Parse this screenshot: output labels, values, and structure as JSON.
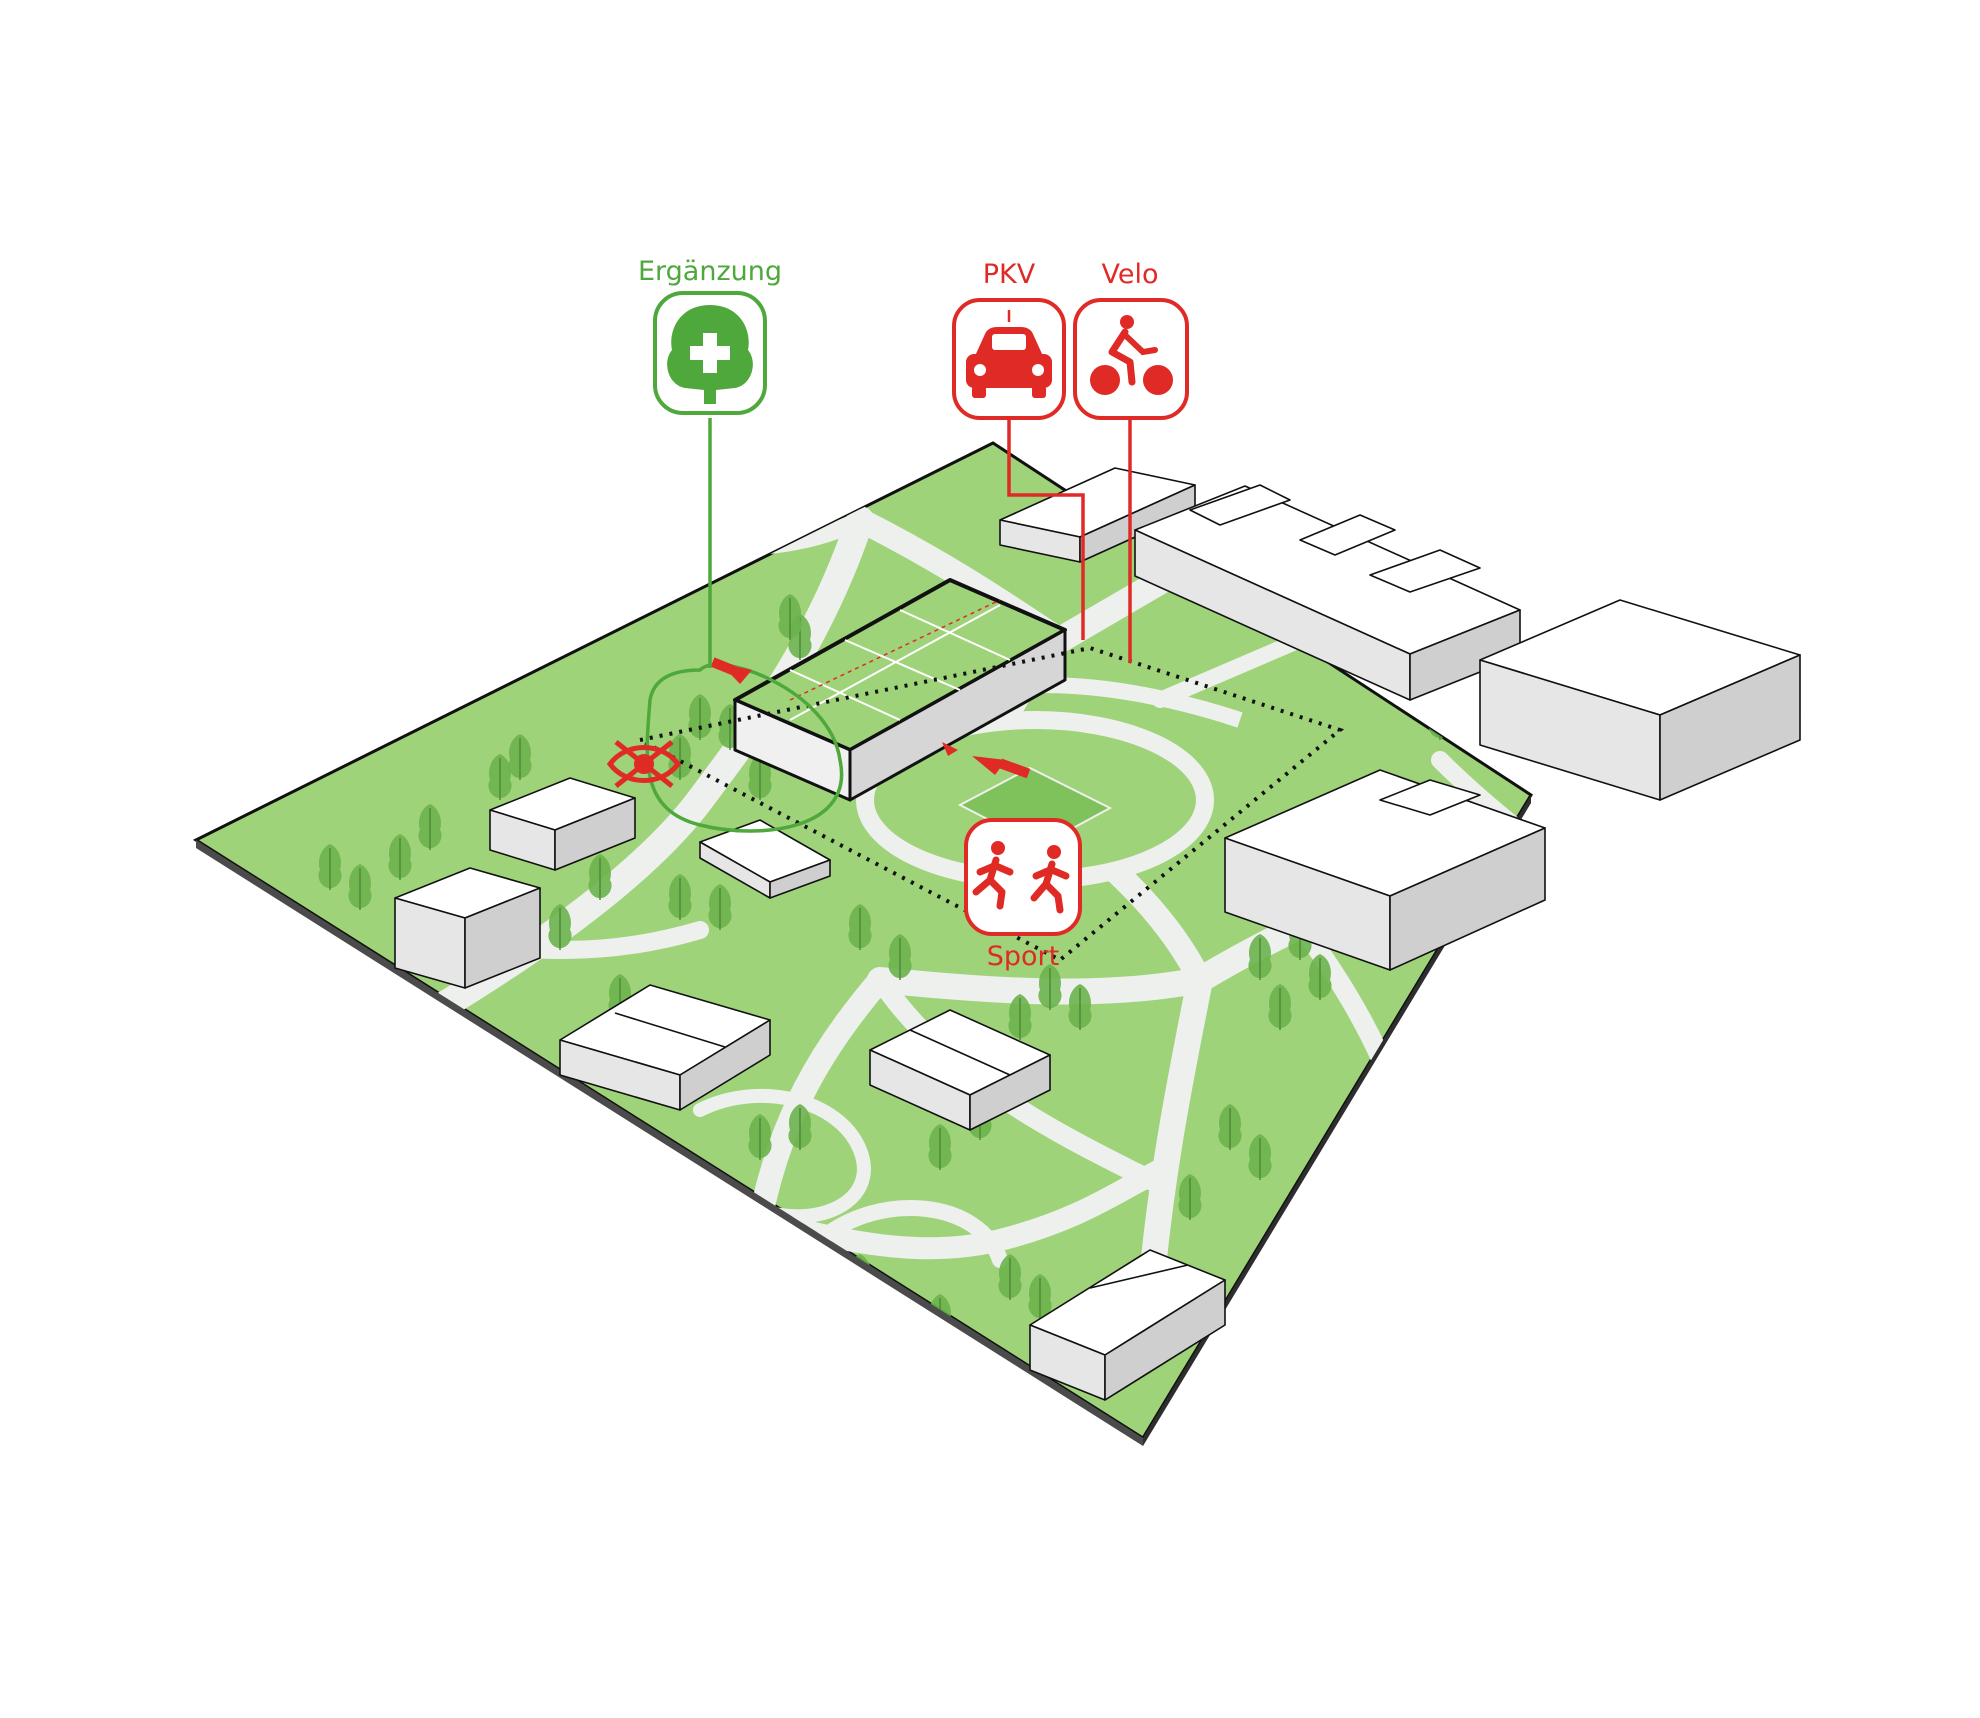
{
  "labels": {
    "erganzung": "Ergänzung",
    "pkv": "PKV",
    "velo": "Velo",
    "sport": "Sport"
  },
  "icons": {
    "erganzung": "tree-plus-icon",
    "pkv": "car-icon",
    "velo": "bicycle-icon",
    "sport": "running-children-icon",
    "view_blocked": "crossed-eye-icon"
  },
  "colors": {
    "background": "#ffffff",
    "ground": "#9fd379",
    "ground_dark": "#6cb24c",
    "path": "#eef0ee",
    "building": "#ffffff",
    "building_shade": "#d9d9d9",
    "outline": "#111111",
    "accent_green": "#4ea83b",
    "accent_red": "#e02a26"
  }
}
